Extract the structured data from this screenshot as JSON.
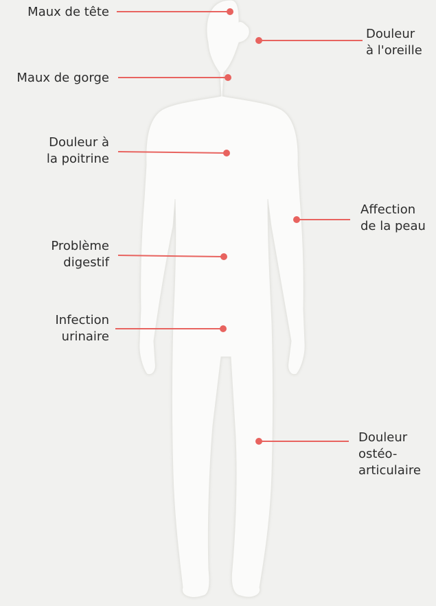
{
  "diagram": {
    "accent_color": "#e8635f",
    "body_color": "#fbfbfa",
    "background_color": "#f1f1ef",
    "labels": [
      {
        "id": "tete",
        "lines": [
          "Maux de tête"
        ]
      },
      {
        "id": "oreille",
        "lines": [
          "Douleur",
          "à l'oreille"
        ]
      },
      {
        "id": "gorge",
        "lines": [
          "Maux de gorge"
        ]
      },
      {
        "id": "poitrine",
        "lines": [
          "Douleur à",
          "la poitrine"
        ]
      },
      {
        "id": "peau",
        "lines": [
          "Affection",
          "de la peau"
        ]
      },
      {
        "id": "digestif",
        "lines": [
          "Problème",
          "digestif"
        ]
      },
      {
        "id": "urinaire",
        "lines": [
          "Infection",
          "urinaire"
        ]
      },
      {
        "id": "osteo",
        "lines": [
          "Douleur",
          "ostéo-",
          "articulaire"
        ]
      }
    ]
  }
}
